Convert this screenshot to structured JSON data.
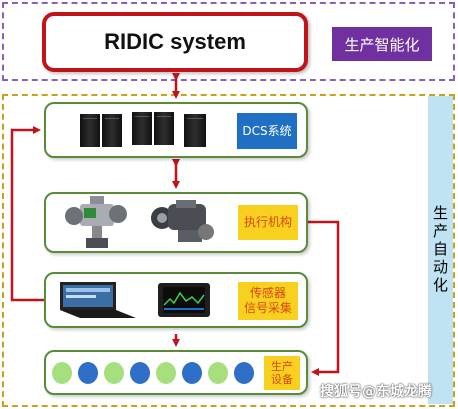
{
  "top_zone": {
    "system_title": "RIDIC system",
    "badge_label": "生产智能化"
  },
  "side_zone": {
    "label": "生产自动化"
  },
  "layers": {
    "dcs": {
      "label": "DCS系统"
    },
    "actuator": {
      "label_line1": "执行机构"
    },
    "sensor": {
      "label_line1": "传感器",
      "label_line2": "信号采集"
    },
    "device": {
      "label_line1": "生产",
      "label_line2": "设备"
    }
  },
  "device_circles": {
    "colors": [
      "light-green",
      "blue",
      "light-green",
      "blue",
      "light-green",
      "blue",
      "light-green",
      "blue"
    ]
  },
  "colors": {
    "accent_red": "#c0141a",
    "panel_green": "#5a8a3a",
    "badge_purple": "#7030a0",
    "dcs_blue": "#1f6fc4",
    "tag_yellow": "#f7d020",
    "side_blue": "#bfe3f2"
  },
  "watermark": "搜狐号@东城龙腾"
}
